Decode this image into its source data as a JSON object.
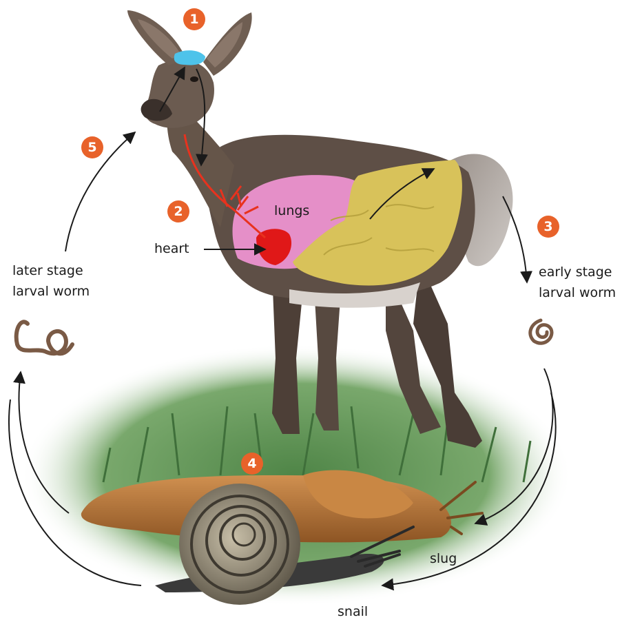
{
  "labels": {
    "lungs": "lungs",
    "heart": "heart",
    "later_stage_line1": "later stage",
    "later_stage_line2": "larval worm",
    "early_stage_line1": "early stage",
    "early_stage_line2": "larval worm",
    "slug": "slug",
    "snail": "snail"
  },
  "steps": [
    "1",
    "2",
    "3",
    "4",
    "5"
  ],
  "colors": {
    "step_badge": "#e8622a",
    "deer_body": "#5e4f46",
    "lungs": "#e58fc8",
    "liver": "#d8c25a",
    "heart": "#e01818",
    "brain_spot": "#4ec3ea",
    "vessels": "#e8321e",
    "grass": "#5e8f52",
    "slug": "#b87a3a",
    "snail_shell": "#8a7f6a",
    "snail_body": "#3a3a3a",
    "arrow": "#1a1a1a"
  }
}
